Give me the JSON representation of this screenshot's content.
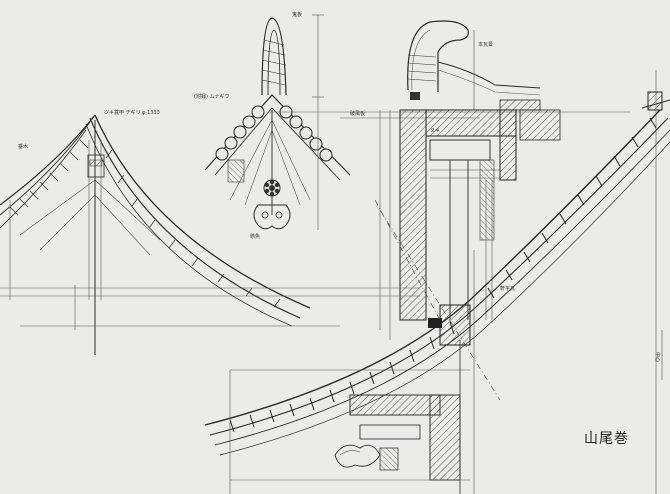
{
  "drawing": {
    "title": "山尾巻",
    "labels": {
      "l1": "ツキ蓑甲 チギリ φ 1333",
      "l2": "(附録) ムナギワ",
      "l3": "鬼板",
      "l4": "中心",
      "l5": "本瓦葺",
      "l6": "軒平瓦",
      "l7": "垂木",
      "l8": "ヌキ",
      "l9": "破風板",
      "l10": "懸魚"
    }
  }
}
